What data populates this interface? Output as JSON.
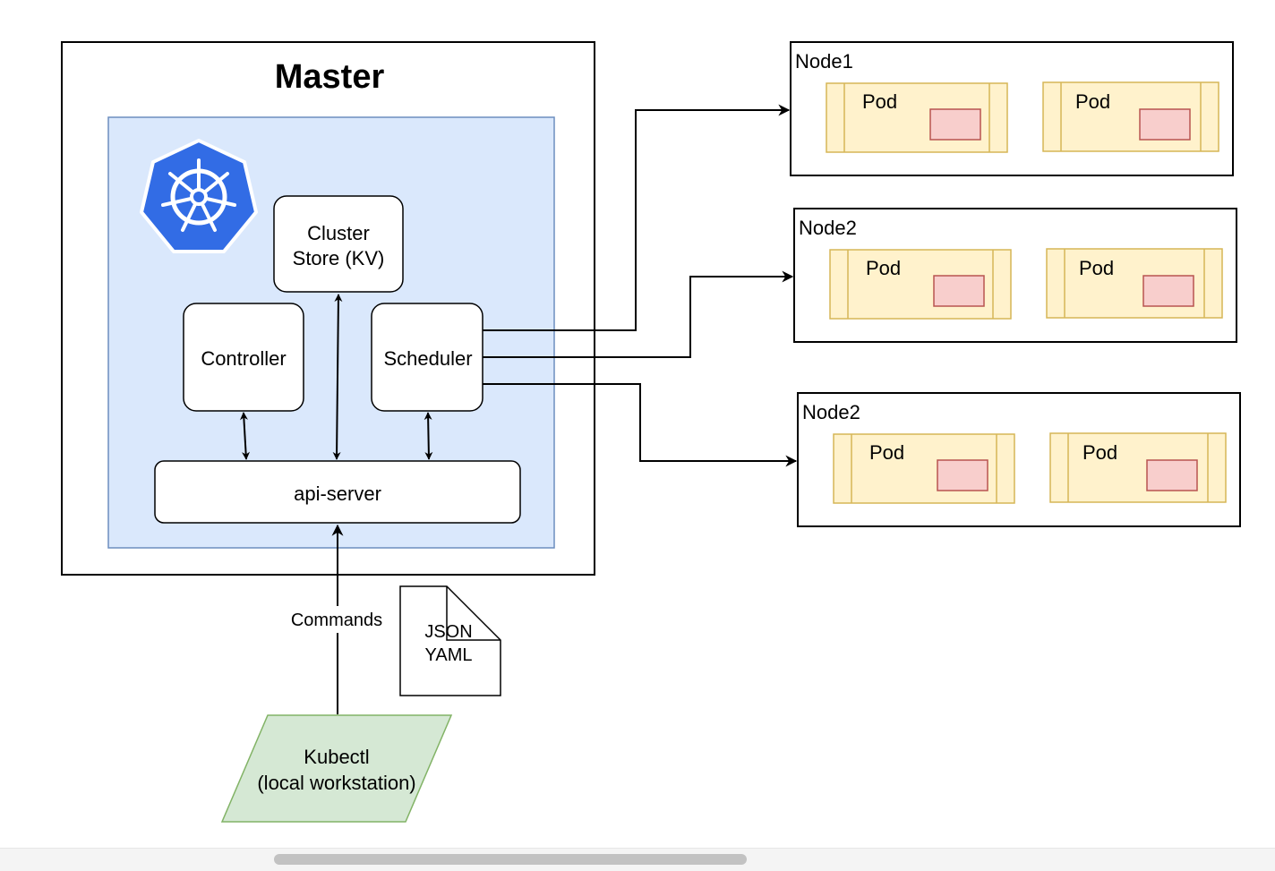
{
  "master": {
    "title": "Master"
  },
  "components": {
    "cluster_store": {
      "line1": "Cluster",
      "line2": "Store (KV)"
    },
    "controller": {
      "label": "Controller"
    },
    "scheduler": {
      "label": "Scheduler"
    },
    "api_server": {
      "label": "api-server"
    }
  },
  "commands_label": "Commands",
  "document": {
    "line1": "JSON",
    "line2": "YAML"
  },
  "kubectl": {
    "line1": "Kubectl",
    "line2": "(local workstation)"
  },
  "nodes": [
    {
      "name": "Node1",
      "pods": [
        "Pod",
        "Pod"
      ]
    },
    {
      "name": "Node2",
      "pods": [
        "Pod",
        "Pod"
      ]
    },
    {
      "name": "Node2",
      "pods": [
        "Pod",
        "Pod"
      ]
    }
  ],
  "colors": {
    "master_area": "#dae8fc",
    "master_area_border": "#6c8ebf",
    "kube_logo": "#326ce5",
    "pod_fill": "#fff2cc",
    "pod_border": "#d6b656",
    "container_fill": "#f8cecc",
    "container_border": "#b85450",
    "kubectl_fill": "#d5e8d4",
    "kubectl_border": "#82b366"
  },
  "icons": {
    "logo": "kubernetes-helm-icon"
  }
}
